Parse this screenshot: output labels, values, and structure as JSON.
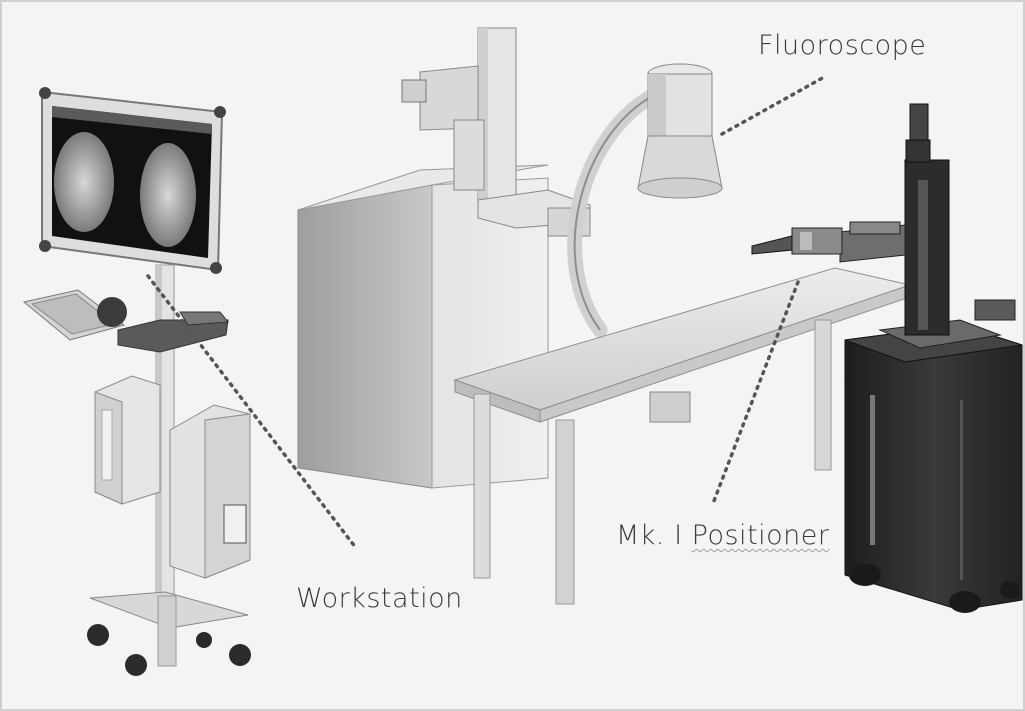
{
  "labels": {
    "fluoroscope": "Fluoroscope",
    "workstation": "Workstation",
    "positioner_prefix": "Mk. I ",
    "positioner_word": "Positioner"
  },
  "colors": {
    "background": "#f4f4f4",
    "equipment_light": "#d9d9d9",
    "equipment_mid": "#a8a8a8",
    "equipment_dark": "#2a2a2a",
    "pointer_dots": "#555555",
    "label_text": "#3a3a3a"
  }
}
